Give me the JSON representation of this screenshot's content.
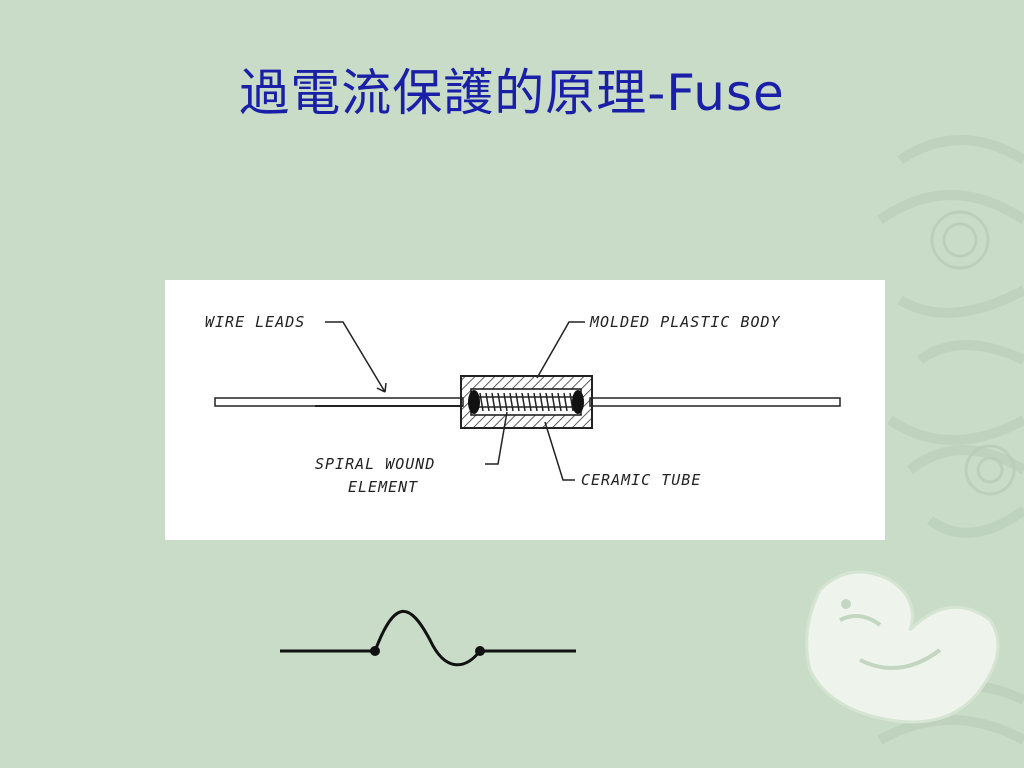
{
  "slide": {
    "title": "過電流保護的原理-Fuse"
  },
  "diagram": {
    "labels": {
      "wire_leads": "WIRE LEADS",
      "molded_plastic_body": "MOLDED PLASTIC BODY",
      "spiral_wound_line1": "SPIRAL WOUND",
      "spiral_wound_line2": "ELEMENT",
      "ceramic_tube": "CERAMIC TUBE"
    }
  },
  "colors": {
    "background": "#c9dcc8",
    "title": "#1a1fa8"
  }
}
